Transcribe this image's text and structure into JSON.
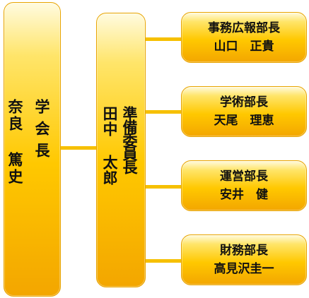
{
  "chair": {
    "title": "学会長",
    "name": "奈良 篤史"
  },
  "prep": {
    "title": "準備委員長",
    "name": "田中 太郎"
  },
  "departments": [
    {
      "title": "事務広報部長",
      "name": "山口　正貴"
    },
    {
      "title": "学術部長",
      "name": "天尾　理恵"
    },
    {
      "title": "運営部長",
      "name": "安井　健"
    },
    {
      "title": "財務部長",
      "name": "高見沢圭一"
    }
  ],
  "colors": {
    "box_top": "#fffbe0",
    "box_mid": "#ffc800",
    "box_bottom": "#f3a600",
    "border": "#e8a400",
    "connector": "#f6c000"
  }
}
